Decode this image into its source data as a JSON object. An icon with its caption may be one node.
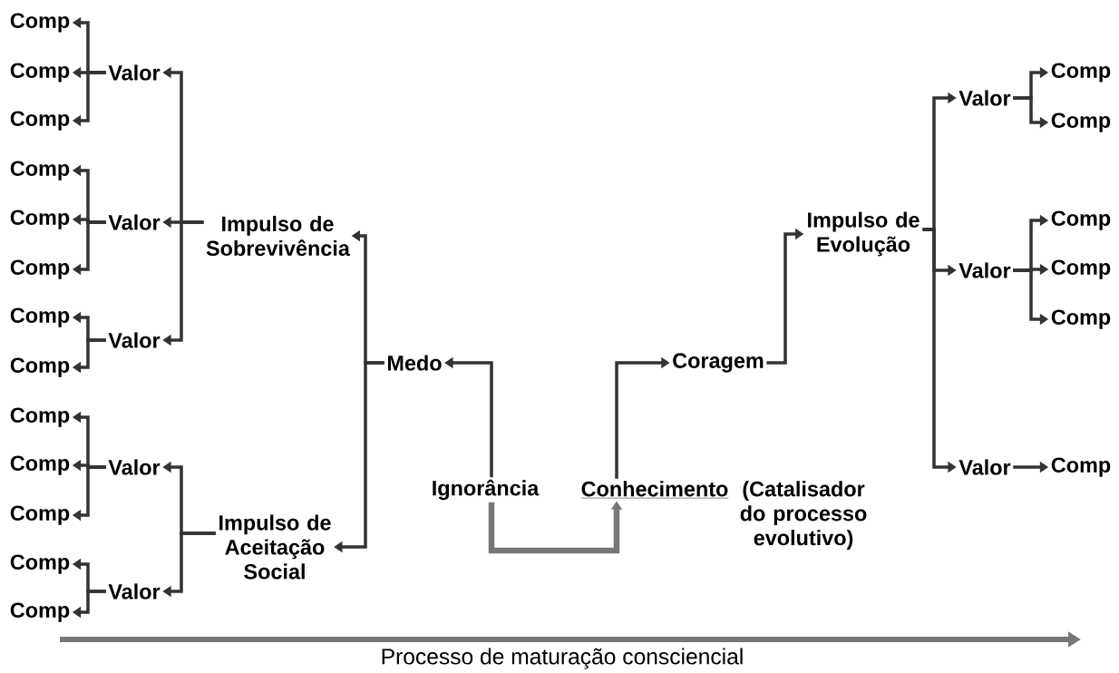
{
  "diagram": {
    "nodes": [
      {
        "text": [
          "Comp"
        ]
      },
      {
        "text": [
          "Comp"
        ]
      },
      {
        "text": [
          "Comp"
        ]
      },
      {
        "text": [
          "Comp"
        ]
      },
      {
        "text": [
          "Comp"
        ]
      },
      {
        "text": [
          "Comp"
        ]
      },
      {
        "text": [
          "Comp"
        ]
      },
      {
        "text": [
          "Comp"
        ]
      },
      {
        "text": [
          "Comp"
        ]
      },
      {
        "text": [
          "Comp"
        ]
      },
      {
        "text": [
          "Comp"
        ]
      },
      {
        "text": [
          "Comp"
        ]
      },
      {
        "text": [
          "Comp"
        ]
      },
      {
        "text": [
          "Valor"
        ]
      },
      {
        "text": [
          "Valor"
        ]
      },
      {
        "text": [
          "Valor"
        ]
      },
      {
        "text": [
          "Valor"
        ]
      },
      {
        "text": [
          "Valor"
        ]
      },
      {
        "text": [
          "Impulso de Sobrevivência"
        ]
      },
      {
        "text": [
          "Impulso de Aceitação Social"
        ]
      },
      {
        "text": [
          "Medo"
        ]
      },
      {
        "text": [
          "Ignorância"
        ]
      },
      {
        "text": [
          "Conhecimento"
        ],
        "beside": [
          "(Catalisador do processo evolutivo)"
        ]
      },
      {
        "text": [
          "Coragem"
        ]
      },
      {
        "text": [
          "Impulso de Evolução"
        ]
      },
      {
        "text": [
          "Valor"
        ]
      },
      {
        "text": [
          "Valor"
        ]
      },
      {
        "text": [
          "Valor"
        ]
      },
      {
        "text": [
          "Comp"
        ]
      },
      {
        "text": [
          "Comp"
        ]
      },
      {
        "text": [
          "Comp"
        ]
      },
      {
        "text": [
          "Comp"
        ]
      },
      {
        "text": [
          "Comp"
        ]
      },
      {
        "text": [
          "Comp"
        ]
      }
    ],
    "edges": [
      {
        "from": 13,
        "to": 0,
        "arrow": "to"
      },
      {
        "from": 13,
        "to": 1,
        "arrow": "to"
      },
      {
        "from": 13,
        "to": 2,
        "arrow": "to"
      },
      {
        "from": 14,
        "to": 3,
        "arrow": "to"
      },
      {
        "from": 14,
        "to": 4,
        "arrow": "to"
      },
      {
        "from": 14,
        "to": 5,
        "arrow": "to"
      },
      {
        "from": 15,
        "to": 6,
        "arrow": "to"
      },
      {
        "from": 15,
        "to": 7,
        "arrow": "to"
      },
      {
        "from": 16,
        "to": 8,
        "arrow": "to"
      },
      {
        "from": 16,
        "to": 9,
        "arrow": "to"
      },
      {
        "from": 16,
        "to": 10,
        "arrow": "to"
      },
      {
        "from": 17,
        "to": 11,
        "arrow": "to"
      },
      {
        "from": 17,
        "to": 12,
        "arrow": "to"
      },
      {
        "from": 18,
        "to": 13,
        "arrow": "to"
      },
      {
        "from": 18,
        "to": 14,
        "arrow": "to"
      },
      {
        "from": 18,
        "to": 15,
        "arrow": "to"
      },
      {
        "from": 19,
        "to": 16,
        "arrow": "to"
      },
      {
        "from": 19,
        "to": 17,
        "arrow": "to"
      },
      {
        "from": 20,
        "to": 18,
        "arrow": "to"
      },
      {
        "from": 20,
        "to": 19,
        "arrow": "to"
      },
      {
        "from": 21,
        "to": 20,
        "arrow": "to"
      },
      {
        "from": 21,
        "to": 22,
        "arrow": "to",
        "style": "thick",
        "color": "#777777"
      },
      {
        "from": 22,
        "to": 23,
        "arrow": "to"
      },
      {
        "from": 23,
        "to": 24,
        "arrow": "to"
      },
      {
        "from": 24,
        "to": 25,
        "arrow": "to"
      },
      {
        "from": 24,
        "to": 26,
        "arrow": "to"
      },
      {
        "from": 24,
        "to": 27,
        "arrow": "to"
      },
      {
        "from": 25,
        "to": 28,
        "arrow": "to"
      },
      {
        "from": 25,
        "to": 29,
        "arrow": "to"
      },
      {
        "from": 26,
        "to": 30,
        "arrow": "to"
      },
      {
        "from": 26,
        "to": 31,
        "arrow": "to"
      },
      {
        "from": 26,
        "to": 32,
        "arrow": "to"
      },
      {
        "from": 27,
        "to": 33,
        "arrow": "to"
      }
    ],
    "labels": [
      "Processo de maturação consciencial"
    ]
  }
}
